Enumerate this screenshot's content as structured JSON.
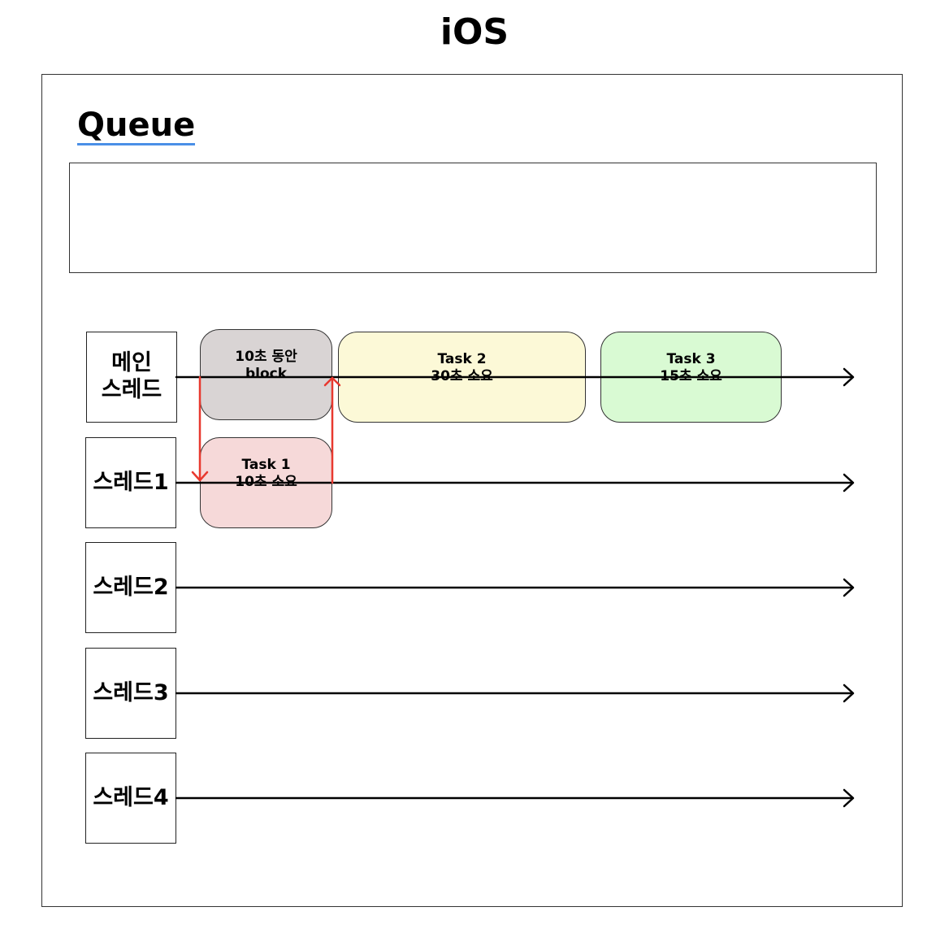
{
  "title": "iOS",
  "queue": {
    "label": "Queue"
  },
  "lanes": [
    {
      "label": "메인\n스레드"
    },
    {
      "label": "스레드1"
    },
    {
      "label": "스레드2"
    },
    {
      "label": "스레드3"
    },
    {
      "label": "스레드4"
    }
  ],
  "tasks": [
    {
      "label": "10초 동안\nblock",
      "color": "#d9d4d4"
    },
    {
      "label": "Task 2\n30초 소요",
      "color": "#fcf9d7"
    },
    {
      "label": "Task 3\n15초 소요",
      "color": "#d9fad3"
    },
    {
      "label": "Task 1\n10초 소요",
      "color": "#f6d9d9"
    }
  ],
  "colors": {
    "arrow": "#e8392f",
    "line": "#000000"
  }
}
